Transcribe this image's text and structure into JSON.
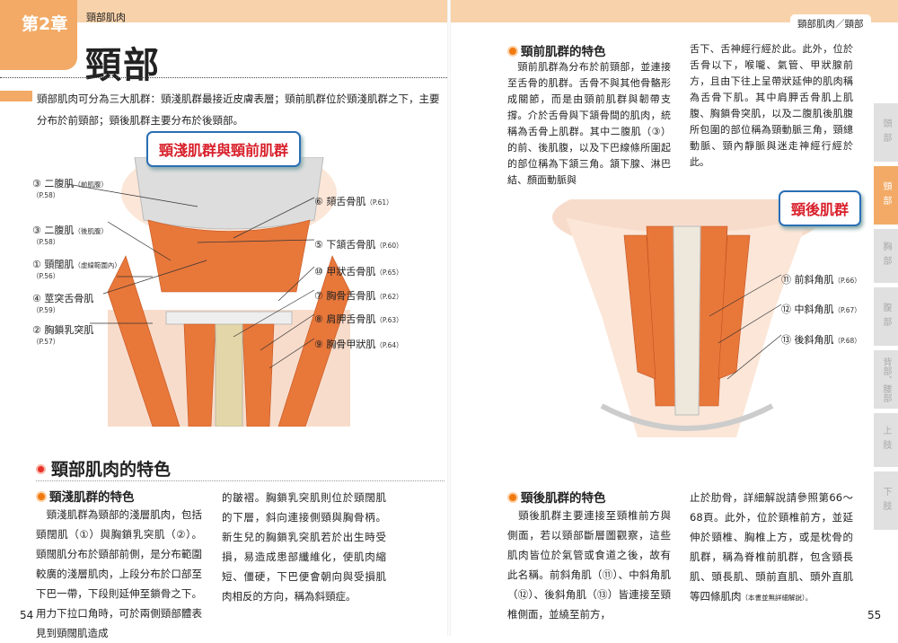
{
  "left_page": {
    "chapter": "第2章",
    "breadcrumb": "頸部肌肉",
    "title": "頸部",
    "intro": "頸部肌肉可分為三大肌群：頸淺肌群最接近皮膚表層；頸前肌群位於頸淺肌群之下，主要分布於前頸部；頸後肌群主要分布於後頸部。",
    "figure_title": "頸淺肌群與頸前肌群",
    "labels_left": [
      {
        "name": "③ 二腹肌",
        "note": "（前肌腹）",
        "ref": "（P.58）"
      },
      {
        "name": "③ 二腹肌",
        "note": "（後肌腹）",
        "ref": "（P.58）"
      },
      {
        "name": "① 頸闊肌",
        "note": "（虛線範圍內）",
        "ref": "（P.56）"
      },
      {
        "name": "④ 莖突舌骨肌",
        "note": "",
        "ref": "（P.59）"
      },
      {
        "name": "② 胸鎖乳突肌",
        "note": "",
        "ref": "（P.57）"
      }
    ],
    "labels_right": [
      {
        "name": "⑥ 頦舌骨肌",
        "ref": "（P.61）"
      },
      {
        "name": "⑤ 下頷舌骨肌",
        "ref": "（P.60）"
      },
      {
        "name": "⑩ 甲狀舌骨肌",
        "ref": "（P.65）"
      },
      {
        "name": "⑦ 胸骨舌骨肌",
        "ref": "（P.62）"
      },
      {
        "name": "⑧ 肩胛舌骨肌",
        "ref": "（P.63）"
      },
      {
        "name": "⑨ 胸骨甲狀肌",
        "ref": "（P.64）"
      }
    ],
    "section_title": "頸部肌肉的特色",
    "sub1_title": "頸淺肌群的特色",
    "sub1_col1": "　頸淺肌群為頸部的淺層肌肉，包括頸闊肌（①）與胸鎖乳突肌（②）。頸闊肌分布於頸部前側，是分布範圍較廣的淺層肌肉，上段分布於口部至下巴一帶，下段則延伸至鎖骨之下。用力下拉口角時，可於兩側頸部體表見到頸闊肌造成",
    "sub1_col2": "的皺褶。胸鎖乳突肌則位於頸闊肌的下層，斜向連接側頸與胸骨柄。新生兒的胸鎖乳突肌若於出生時受損，易造成患部纖維化，使肌肉縮短、僵硬，下巴便會朝向與受損肌肉相反的方向，稱為斜頸症。",
    "page_number": "54"
  },
  "right_page": {
    "header": "頸部肌肉／頸部",
    "sub2_title": "頸前肌群的特色",
    "sub2_col1": "　頸前肌群為分布於前頸部，並連接至舌骨的肌群。舌骨不與其他骨骼形成關節，而是由頸前肌群與韌帶支撐。介於舌骨與下頷骨間的肌肉，統稱為舌骨上肌群。其中二腹肌（③）的前、後肌腹，以及下巴線條所圍起的部位稱為下頷三角。頷下腺、淋巴結、顏面動脈與",
    "sub2_col2": "舌下、舌神經行經於此。此外，位於舌骨以下，喉嚨、氣管、甲狀腺前方，且由下往上呈帶狀延伸的肌肉稱為舌骨下肌。其中肩胛舌骨肌上肌腹、胸鎖骨突肌，以及二腹肌後肌腹所包圍的部位稱為頸動脈三角，頸總動脈、頸內靜脈與迷走神經行經於此。",
    "figure_title": "頸後肌群",
    "labels": [
      {
        "name": "⑪ 前斜角肌",
        "ref": "（P.66）"
      },
      {
        "name": "⑫ 中斜角肌",
        "ref": "（P.67）"
      },
      {
        "name": "⑬ 後斜角肌",
        "ref": "（P.68）"
      }
    ],
    "sub3_title": "頸後肌群的特色",
    "sub3_col1": "　頸後肌群主要連接至頸椎前方與側面，若以頸部斷層圖觀察，這些肌肉皆位於氣管或食道之後，故有此名稱。前斜角肌（⑪）、中斜角肌（⑫）、後斜角肌（⑬）皆連接至頸椎側面，並繞至前方，",
    "sub3_col2": "止於肋骨，詳細解說請參照第66～68頁。此外，位於頸椎前方，並延伸於頸椎、胸椎上方，或是枕骨的肌群，稱為脊椎前肌群，包含頸長肌、頭長肌、頭前直肌、頭外直肌等四條肌肉",
    "sub3_note": "（本書並無詳細解說）。",
    "page_number": "55",
    "side_tabs": [
      "頭部",
      "頸部",
      "胸部",
      "腹部",
      "背部、腰部",
      "上肢",
      "下肢"
    ],
    "active_tab": "頸部"
  },
  "colors": {
    "accent": "#f2aa66",
    "band": "#f8d2aa",
    "muscle": "#e8773a",
    "title_red": "#d81f2a",
    "box_border": "#2a6fb5"
  }
}
